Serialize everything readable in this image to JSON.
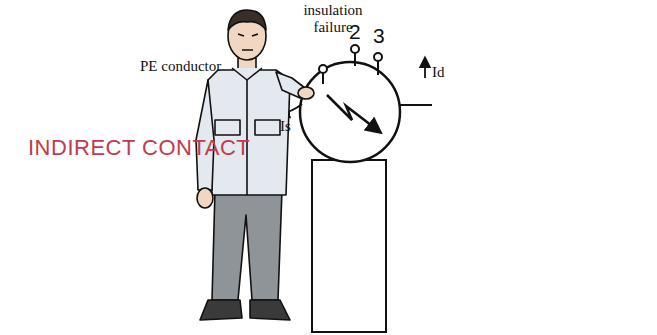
{
  "diagram": {
    "title": "INDIRECT CONTACT",
    "labels": [
      "insulation failure",
      "2",
      "3",
      "Id",
      "Is",
      "PE conductor"
    ]
  }
}
